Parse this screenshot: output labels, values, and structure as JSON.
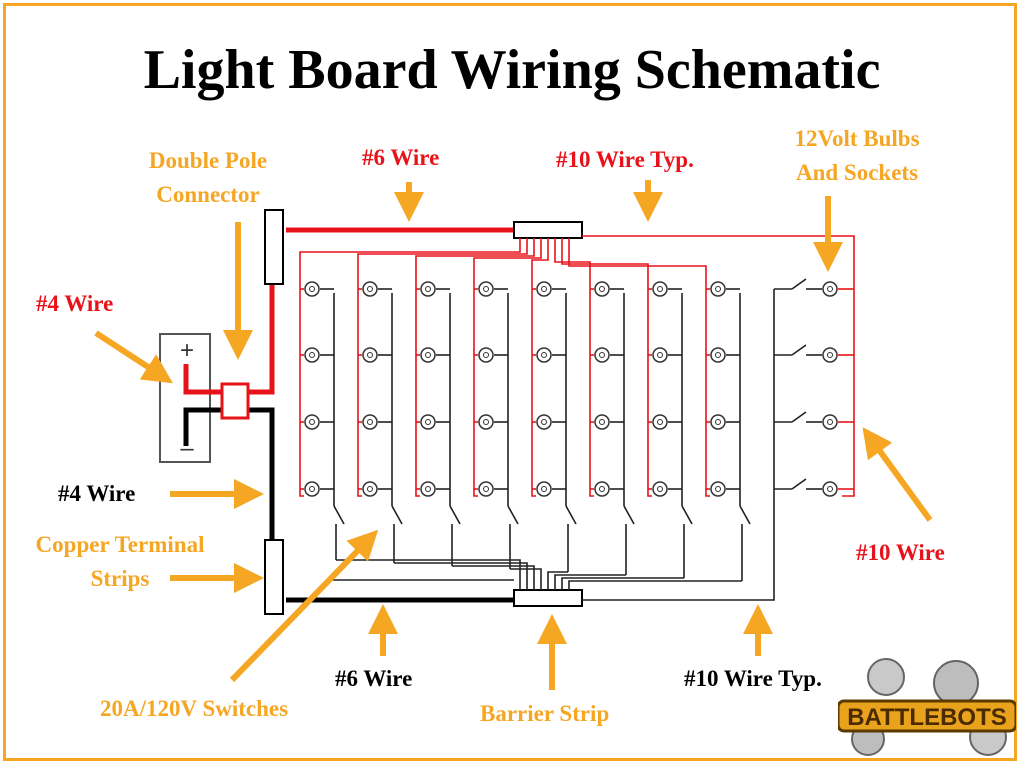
{
  "title": "Light Board Wiring Schematic",
  "colors": {
    "accent": "#f5a623",
    "red_wire": "#e8131a",
    "black_wire": "#000000"
  },
  "labels": {
    "double_pole_1": "Double Pole",
    "double_pole_2": "Connector",
    "wire6_top": "#6 Wire",
    "wire10_typ_top": "#10 Wire Typ.",
    "bulbs_1": "12Volt Bulbs",
    "bulbs_2": "And Sockets",
    "wire4_red": "#4 Wire",
    "wire4_black": "#4 Wire",
    "copper_1": "Copper Terminal",
    "copper_2": "Strips",
    "wire10_right": "#10 Wire",
    "wire6_bottom": "#6 Wire",
    "wire10_typ_bottom": "#10 Wire Typ.",
    "switches": "20A/120V  Switches",
    "barrier": "Barrier Strip"
  },
  "battery": {
    "plus": "+",
    "minus": "–"
  },
  "logo": {
    "text": "BATTLEBOTS",
    "icon": "battlebots-logo-icon"
  }
}
